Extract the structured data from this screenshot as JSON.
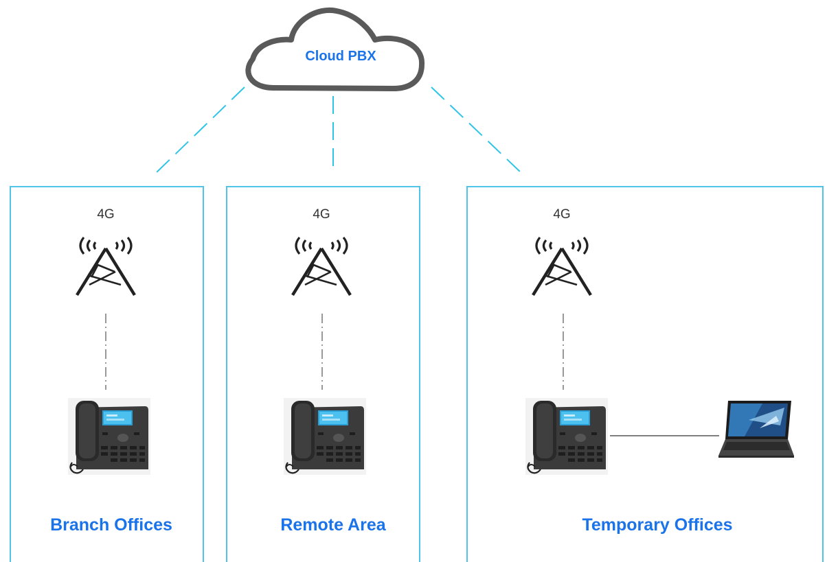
{
  "cloud": {
    "label": "Cloud PBX"
  },
  "sites": [
    {
      "technology": "4G",
      "caption": "Branch Offices"
    },
    {
      "technology": "4G",
      "caption": "Remote Area"
    },
    {
      "technology": "4G",
      "caption": "Temporary Offices"
    }
  ],
  "colors": {
    "accent": "#1a73e8",
    "border": "#4fc3e8",
    "link": "#2ec4e6",
    "cloud_outline": "#5a5a5a",
    "ink": "#222222"
  },
  "icons": [
    "cloud-icon",
    "cell-tower-icon",
    "ip-phone-icon",
    "laptop-icon"
  ]
}
